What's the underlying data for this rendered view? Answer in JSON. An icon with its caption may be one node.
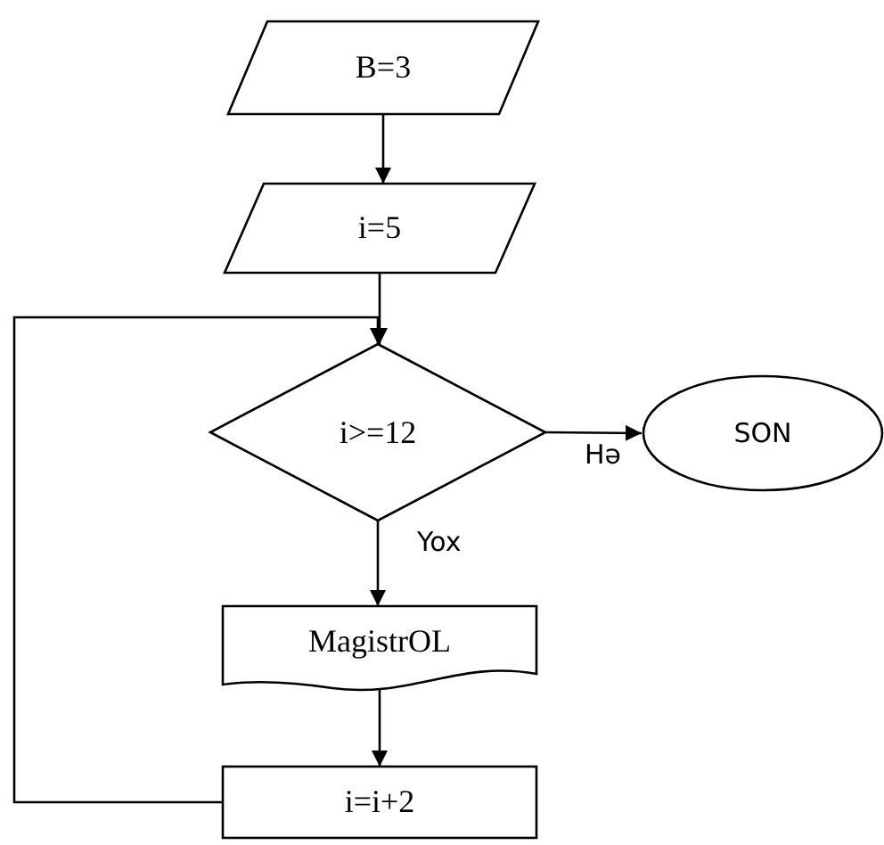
{
  "diagram": {
    "nodes": [
      {
        "text": [
          "B=3"
        ]
      },
      {
        "text": [
          "i=5"
        ]
      },
      {
        "text": [
          "i>=12"
        ]
      },
      {
        "text": [
          "SON"
        ]
      },
      {
        "text": [
          "MagistrOL"
        ]
      },
      {
        "text": [
          "i=i+2"
        ]
      }
    ],
    "edges": [
      {
        "from": 0,
        "to": 1,
        "arrow": "to"
      },
      {
        "from": 1,
        "to": 2,
        "arrow": "to"
      },
      {
        "from": 2,
        "to": 3,
        "arrow": "to",
        "label": "Hə"
      },
      {
        "from": 2,
        "to": 4,
        "arrow": "to",
        "label": "Yox"
      },
      {
        "from": 4,
        "to": 5,
        "arrow": "to"
      },
      {
        "from": 5,
        "to": 2,
        "arrow": "to"
      }
    ]
  }
}
